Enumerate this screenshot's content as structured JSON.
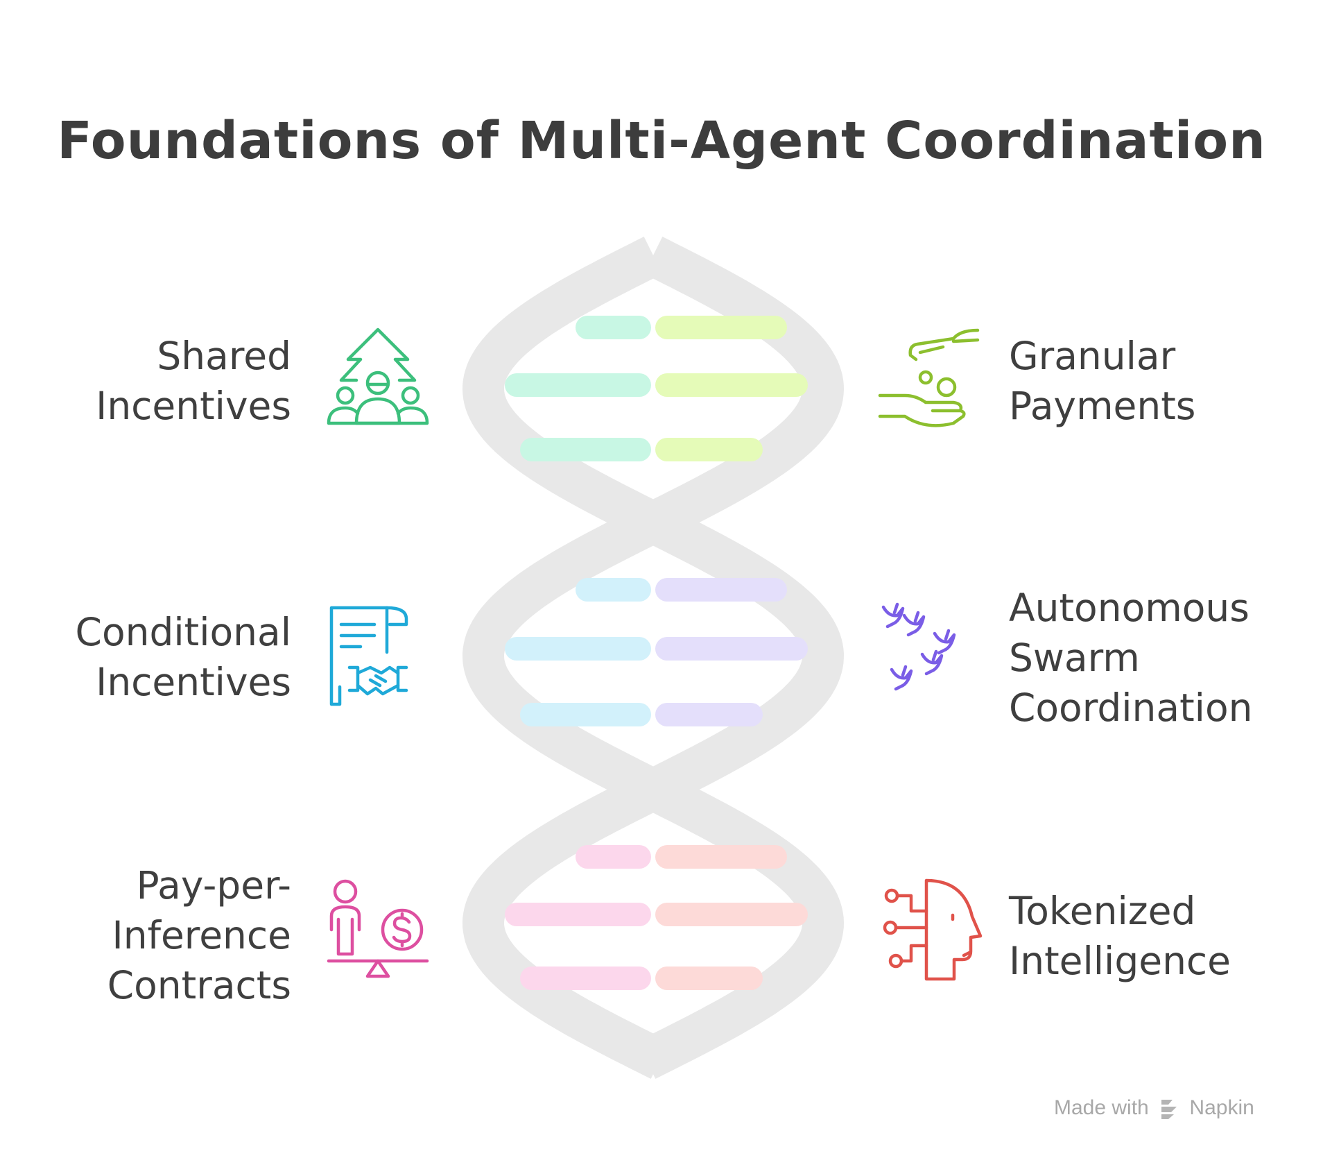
{
  "title": "Foundations of Multi-Agent Coordination",
  "items": [
    {
      "side": "left",
      "lines": [
        "Shared",
        "Incentives"
      ],
      "color": "#3cbf7c",
      "icon": "people-growth-arrow-icon"
    },
    {
      "side": "left",
      "lines": [
        "Conditional",
        "Incentives"
      ],
      "color": "#1fa9d8",
      "icon": "contract-handshake-icon"
    },
    {
      "side": "left",
      "lines": [
        "Pay-per-",
        "Inference",
        "Contracts"
      ],
      "color": "#dd4fa0",
      "icon": "person-coin-balance-icon"
    },
    {
      "side": "right",
      "lines": [
        "Granular",
        "Payments"
      ],
      "color": "#8cbf2e",
      "icon": "hands-coins-icon"
    },
    {
      "side": "right",
      "lines": [
        "Autonomous",
        "Swarm",
        "Coordination"
      ],
      "color": "#7a5de6",
      "icon": "bird-swarm-icon"
    },
    {
      "side": "right",
      "lines": [
        "Tokenized",
        "Intelligence"
      ],
      "color": "#e0524a",
      "icon": "circuit-head-icon"
    }
  ],
  "rung_colors": [
    {
      "left": "#c8f7e4",
      "right": "#e5fbb8"
    },
    {
      "left": "#d2f1fb",
      "right": "#e4dffb"
    },
    {
      "left": "#fcd7ec",
      "right": "#fddad8"
    }
  ],
  "helix_color": "#e8e8e8",
  "watermark": {
    "prefix": "Made with",
    "brand": "Napkin"
  }
}
